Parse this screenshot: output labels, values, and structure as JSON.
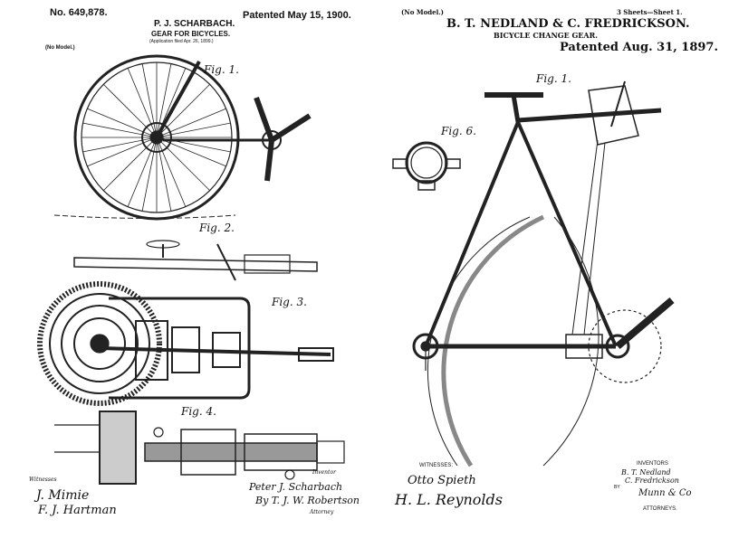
{
  "left_patent": {
    "number": "No. 649,878.",
    "patented": "Patented May 15, 1900.",
    "inventor": "P. J. SCHARBACH.",
    "title": "GEAR FOR BICYCLES.",
    "application": "(Application filed Apr. 26, 1899.)",
    "model": "(No Model.)",
    "figures": [
      "Fig. 1.",
      "Fig. 2.",
      "Fig. 3.",
      "Fig. 4."
    ],
    "witnesses_label": "Witnesses",
    "witness_signatures": [
      "J. Mimie",
      "F. J. Hartman"
    ],
    "inventor_label": "Inventor",
    "inventor_signature": "Peter J. Scharbach",
    "attorney_signature": "By T. J. W. Robertson",
    "attorney_label": "Attorney"
  },
  "right_patent": {
    "model": "(No Model.)",
    "sheets": "3 Sheets—Sheet 1.",
    "inventors": "B. T. NEDLAND & C. FREDRICKSON.",
    "title": "BICYCLE CHANGE GEAR.",
    "patented": "Patented Aug. 31, 1897.",
    "figures": [
      "Fig. 1.",
      "Fig. 6."
    ],
    "witnesses_label": "WITNESSES:",
    "witness_signatures": [
      "Otto Spieth",
      "H. L. Reynolds"
    ],
    "inventors_label": "INVENTORS",
    "inventor_signatures": [
      "B. T. Nedland",
      "C. Fredrickson"
    ],
    "by_label": "BY",
    "attorney_signature": "Munn & Co",
    "attorneys_label": "ATTORNEYS."
  }
}
